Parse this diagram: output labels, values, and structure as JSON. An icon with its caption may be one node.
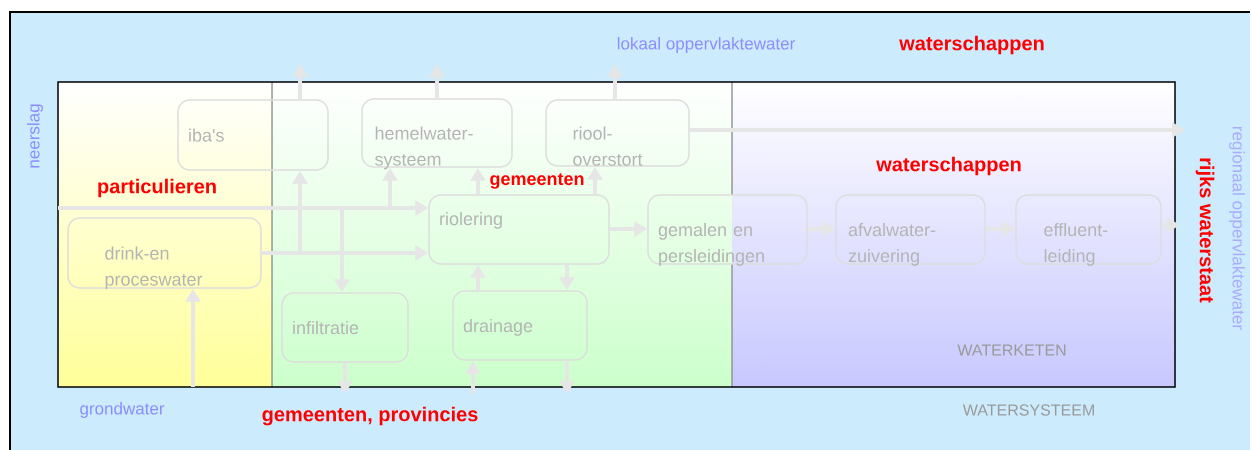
{
  "diagram": {
    "nodes": [
      {
        "text": [
          "particulieren"
        ]
      },
      {
        "text": [
          "gemeenten"
        ]
      },
      {
        "text": [
          "waterschappen",
          "WATERKETEN"
        ]
      },
      {
        "text": [
          "iba's"
        ]
      },
      {
        "text": [
          "hemelwater-systeem"
        ]
      },
      {
        "text": [
          "riool-overstort"
        ]
      },
      {
        "text": [
          "drink-en proceswater"
        ]
      },
      {
        "text": [
          "riolering"
        ]
      },
      {
        "text": [
          "gemalen en persleidingen"
        ]
      },
      {
        "text": [
          "afvalwater-zuivering"
        ]
      },
      {
        "text": [
          "effluent-leiding"
        ]
      },
      {
        "text": [
          "infiltratie"
        ]
      },
      {
        "text": [
          "drainage"
        ]
      }
    ],
    "edges": [
      {
        "from": null,
        "to": 7,
        "arrow": "to"
      },
      {
        "from": null,
        "to": 4,
        "arrow": "to"
      },
      {
        "from": null,
        "to": 11,
        "arrow": "to"
      },
      {
        "from": 6,
        "to": 3,
        "arrow": "to"
      },
      {
        "from": 6,
        "to": 7,
        "arrow": "to"
      },
      {
        "from": 3,
        "to": null,
        "arrow": "to"
      },
      {
        "from": 4,
        "to": null,
        "arrow": "to"
      },
      {
        "from": 5,
        "to": null,
        "arrow": "to"
      },
      {
        "from": 5,
        "to": null,
        "arrow": "to"
      },
      {
        "from": 7,
        "to": 4,
        "arrow": "to"
      },
      {
        "from": 7,
        "to": 5,
        "arrow": "to"
      },
      {
        "from": 7,
        "to": 8,
        "arrow": "to"
      },
      {
        "from": 8,
        "to": 9,
        "arrow": "to"
      },
      {
        "from": 9,
        "to": 10,
        "arrow": "to"
      },
      {
        "from": 10,
        "to": null,
        "arrow": "to"
      },
      {
        "from": 7,
        "to": 12,
        "arrow": "to"
      },
      {
        "from": 12,
        "to": 7,
        "arrow": "to"
      },
      {
        "from": null,
        "to": 6,
        "arrow": "to"
      },
      {
        "from": 11,
        "to": null,
        "arrow": "to"
      },
      {
        "from": 12,
        "to": null,
        "arrow": "to"
      },
      {
        "from": null,
        "to": 12,
        "arrow": "to"
      }
    ],
    "labels": [
      "lokaal oppervlaktewater",
      "waterschappen",
      "neerslag",
      "regionaal oppervlaktewater",
      "rijks waterstaat",
      "grondwater",
      "gemeenten, provincies",
      "WATERSYSTEEM"
    ]
  }
}
